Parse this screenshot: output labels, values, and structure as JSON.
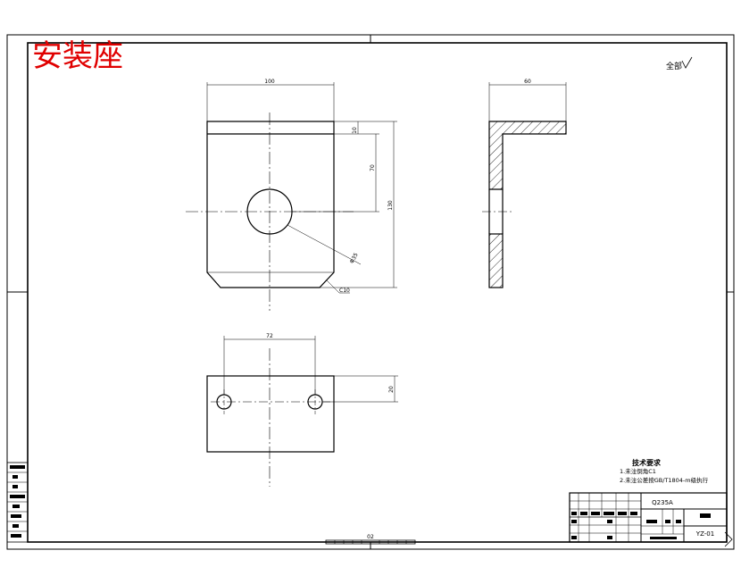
{
  "title": "安装座",
  "roughness_note": "全部",
  "dimensions": {
    "width_top": "100",
    "width_side": "60",
    "dim_10": "10",
    "dim_70": "70",
    "dim_130": "130",
    "hole_dia": "Φ35",
    "chamfer": "C10",
    "hole_spacing": "72",
    "dim_20": "20"
  },
  "technical_requirements": {
    "heading": "技术要求",
    "items": [
      "1.未注倒角C1",
      "2.未注公差按GB/T1804-m级执行"
    ]
  },
  "title_block": {
    "material": "Q235A",
    "drawing_number": "YZ-01"
  },
  "border_bottom_label": "02"
}
